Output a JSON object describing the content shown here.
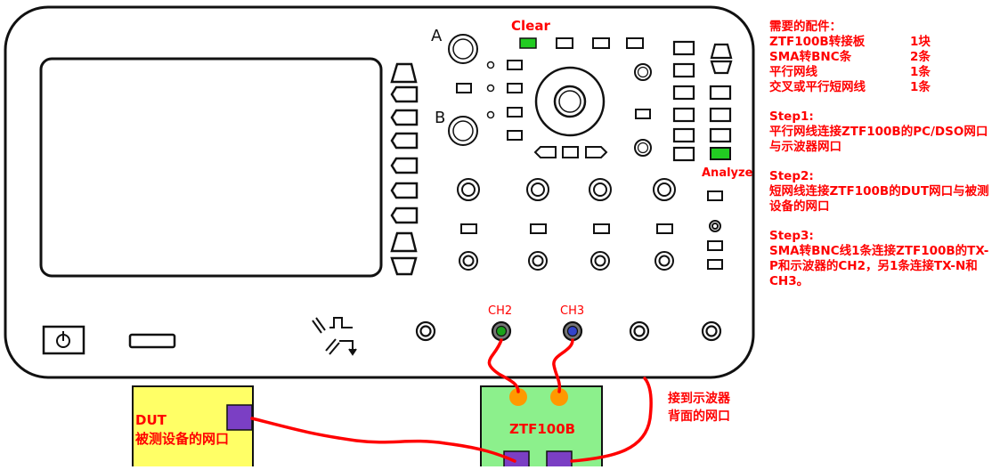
{
  "scope": {
    "label_clear": "Clear",
    "label_analyze": "Analyze",
    "knob_a": "A",
    "knob_b": "B",
    "ch2": "CH2",
    "ch3": "CH3"
  },
  "boards": {
    "dut_title": "DUT",
    "dut_sub": "被测设备的网口",
    "ztf_title": "ZTF100B",
    "backport_line1": "接到示波器",
    "backport_line2": "背面的网口"
  },
  "notes": {
    "heading": "需要的配件：",
    "parts": [
      {
        "name": "ZTF100B转接板",
        "qty": "1块"
      },
      {
        "name": "SMA转BNC条",
        "qty": "2条"
      },
      {
        "name": "平行网线",
        "qty": "1条"
      },
      {
        "name": "交叉或平行短网线",
        "qty": "1条"
      }
    ],
    "steps": [
      {
        "title": "Step1:",
        "text": "平行网线连接ZTF100B的PC/DSO网口与示波器网口"
      },
      {
        "title": "Step2:",
        "text": "短网线连接ZTF100B的DUT网口与被测设备的网口"
      },
      {
        "title": "Step3:",
        "text": "SMA转BNC线1条连接ZTF100B的TX-P和示波器的CH2，另1条连接TX-N和CH3。"
      }
    ]
  },
  "colors": {
    "accent_red": "#ff0000",
    "button_green": "#22cc22",
    "dut_yellow": "#ffff66",
    "ztf_green": "#8cf08c",
    "port_purple": "#7b3fc4",
    "sma_orange": "#ff9900",
    "cable_red": "#ff0000"
  }
}
